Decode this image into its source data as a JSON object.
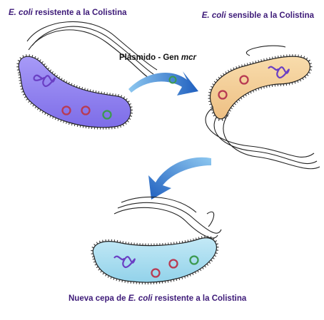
{
  "labels": {
    "resistant": {
      "italic": "E. coli",
      "rest": " resistente a la Colistina"
    },
    "sensitive": {
      "italic": "E. coli",
      "rest": " sensible a la Colistina"
    },
    "plasmid": {
      "prefix": "Plásmido - Gen ",
      "italic": "mcr"
    },
    "new_strain": {
      "prefix": "Nueva cepa de ",
      "italic": "E. coli",
      "rest": " resistente a la Colistina"
    }
  },
  "colors": {
    "resistant_body": "#8b7cf0",
    "sensitive_body": "#f3cf97",
    "new_body": "#a9dcef",
    "plasmid_red": "#b83a52",
    "plasmid_green": "#3c9a50",
    "chromosome": "#6a3fc4",
    "arrow": "#2b6fc8",
    "label_text": "#3d1a78"
  },
  "icons": [
    "bacterium-resistant",
    "bacterium-sensitive",
    "bacterium-new-strain",
    "transfer-arrow",
    "result-arrow"
  ]
}
